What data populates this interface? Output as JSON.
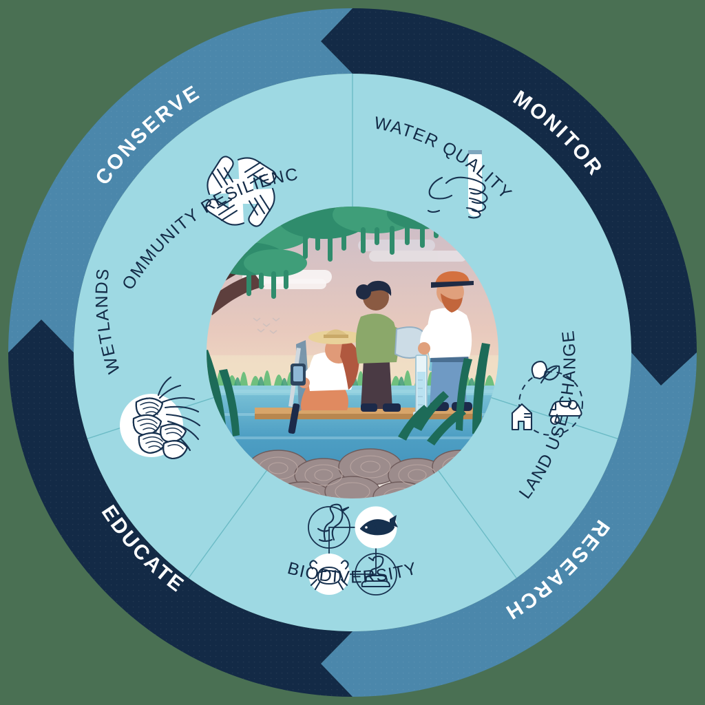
{
  "diagram": {
    "type": "circular-framework-wheel",
    "title_present": false,
    "background_color": "#4a7053",
    "center_illustration": {
      "name": "wetland-field-research-scene",
      "description": "Three researchers on a boardwalk sampling water in a marsh with oyster reef, cordgrass, live oak tree and sunset sky",
      "elements": [
        "sunset-sky",
        "clouds",
        "live-oak-tree",
        "marsh-grass",
        "boardwalk",
        "water",
        "oyster-reef",
        "cordgrass"
      ],
      "people": [
        {
          "name": "kneeling-researcher-with-hat",
          "holding": "handheld-water-meter"
        },
        {
          "name": "standing-researcher-green-jacket",
          "holding": "sample-jug"
        },
        {
          "name": "bearded-researcher-with-cap",
          "holding": "graduated-cylinder"
        }
      ]
    },
    "outer_ring": {
      "segments": [
        {
          "label": "MONITOR",
          "color": "#132a46",
          "start_deg": 0,
          "end_deg": 90
        },
        {
          "label": "RESEARCH",
          "color": "#4b87ab",
          "start_deg": 90,
          "end_deg": 180
        },
        {
          "label": "EDUCATE",
          "color": "#132a46",
          "start_deg": 180,
          "end_deg": 270
        },
        {
          "label": "CONSERVE",
          "color": "#4b87ab",
          "start_deg": 270,
          "end_deg": 360
        }
      ]
    },
    "inner_ring": {
      "background_color": "#9ed9e3",
      "items": [
        {
          "label": "WATER QUALITY",
          "icon": "hand-holding-test-tube",
          "quadrant": "MONITOR"
        },
        {
          "label": "LAND USE CHANGE",
          "icon": "leaf-house-car-cycle",
          "quadrant": "RESEARCH"
        },
        {
          "label": "BIODIVERSITY",
          "icon": "heron-fish-crab-snake-grid",
          "quadrant": "RESEARCH-EDUCATE"
        },
        {
          "label": "WETLANDS",
          "icon": "oyster-cluster-with-marsh-grass",
          "quadrant": "EDUCATE"
        },
        {
          "label": "COMMUNITY RESILIENCE",
          "icon": "four-interlocking-hands",
          "quadrant": "CONSERVE"
        }
      ]
    },
    "colors": {
      "navy": "#132a46",
      "steel_blue": "#4b87ab",
      "light_aqua": "#9ed9e3",
      "divider_teal": "#62b5bf",
      "background_green": "#4a7053",
      "label_white": "#ffffff",
      "label_navy": "#132a46"
    }
  }
}
